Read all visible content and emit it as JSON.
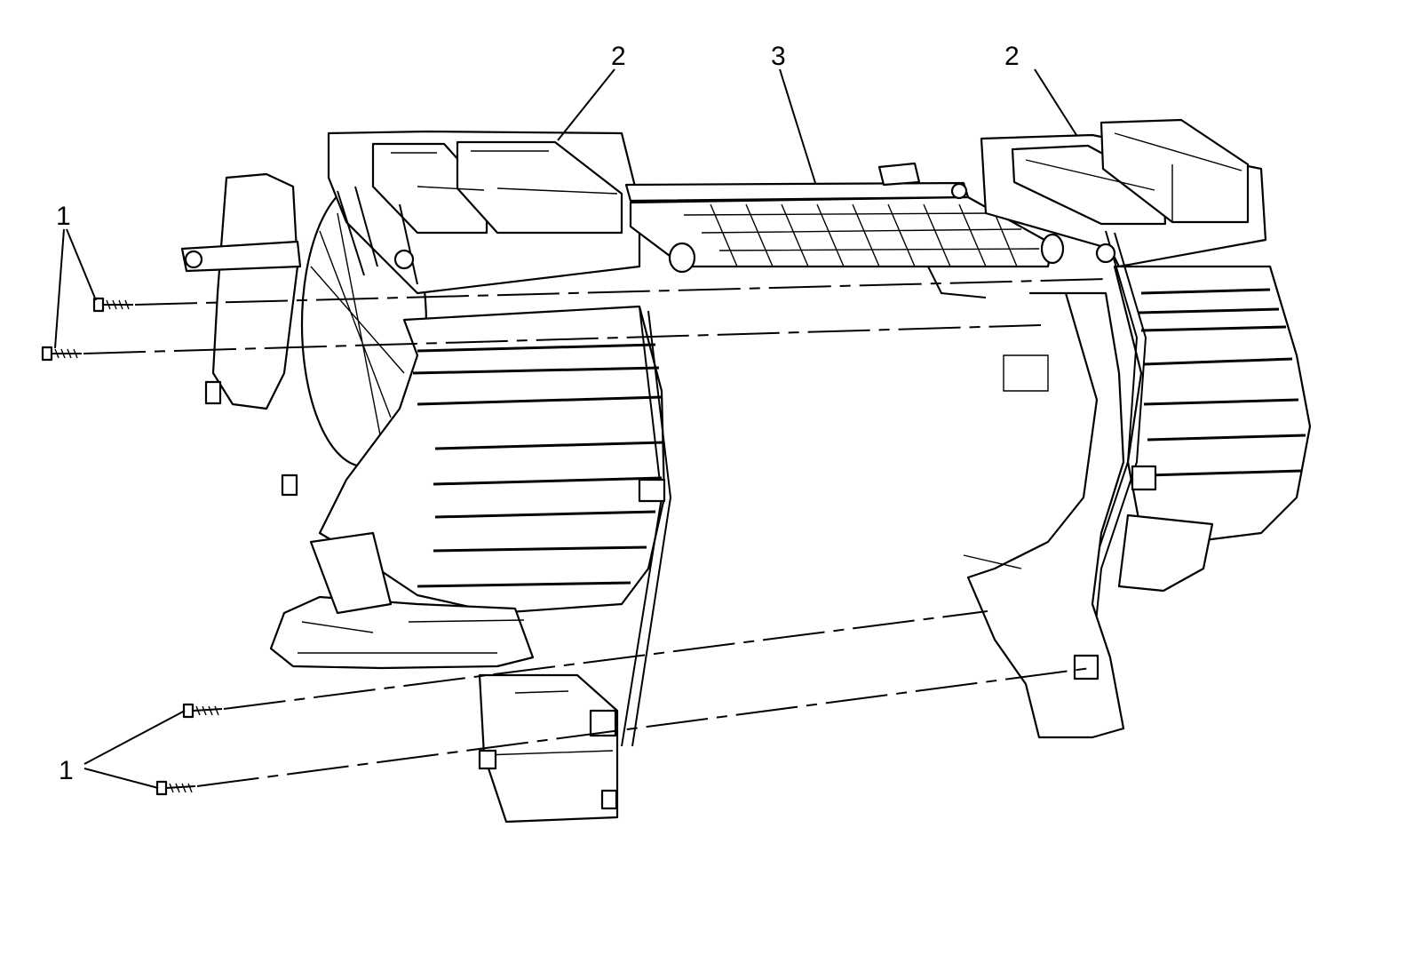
{
  "diagram": {
    "callouts": {
      "fasteners_upper": "1",
      "fasteners_lower": "1",
      "housing_left": "2",
      "center_core": "3",
      "housing_right": "2"
    }
  }
}
